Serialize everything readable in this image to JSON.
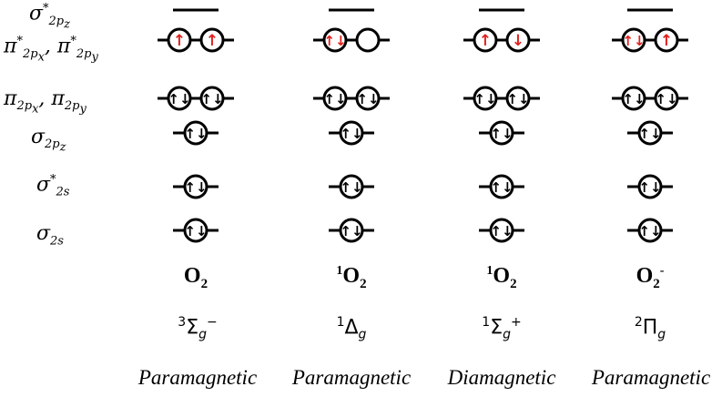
{
  "levels": [
    {
      "symbol": "σ",
      "sub": "2p",
      "subsub": "z",
      "sup": "*"
    },
    {
      "symbol": "π",
      "sub": "2p",
      "subsub": "x",
      "sup": "*",
      "symbol2": "π",
      "sub2": "2p",
      "subsub2": "y",
      "sup2": "*"
    },
    {
      "symbol": "π",
      "sub": "2p",
      "subsub": "x",
      "symbol2": "π",
      "sub2": "2p",
      "subsub2": "y"
    },
    {
      "symbol": "σ",
      "sub": "2p",
      "subsub": "z"
    },
    {
      "symbol": "σ",
      "sub": "2s",
      "sup": "*"
    },
    {
      "symbol": "σ",
      "sub": "2s"
    }
  ],
  "columns": [
    {
      "species": {
        "base": "O",
        "sub": "2",
        "pre": "",
        "post": ""
      },
      "term": {
        "mult": "3",
        "letter": "Σ",
        "sub": "g",
        "sup": "−"
      },
      "magnetism": "Paramagnetic",
      "pi_star": [
        "↑",
        "↑"
      ]
    },
    {
      "species": {
        "base": "O",
        "sub": "2",
        "pre": "1",
        "post": ""
      },
      "term": {
        "mult": "1",
        "letter": "Δ",
        "sub": "g",
        "sup": ""
      },
      "magnetism": "Paramagnetic",
      "pi_star": [
        "↑↓",
        ""
      ]
    },
    {
      "species": {
        "base": "O",
        "sub": "2",
        "pre": "1",
        "post": ""
      },
      "term": {
        "mult": "1",
        "letter": "Σ",
        "sub": "g",
        "sup": "+"
      },
      "magnetism": "Diamagnetic",
      "pi_star": [
        "↑",
        "↓"
      ]
    },
    {
      "species": {
        "base": "O",
        "sub": "2",
        "pre": "",
        "post": "-"
      },
      "term": {
        "mult": "2",
        "letter": "Π",
        "sub": "g",
        "sup": ""
      },
      "magnetism": "Paramagnetic",
      "pi_star": [
        "↑↓",
        "↑"
      ]
    }
  ],
  "filled_pair": "↑↓",
  "colors": {
    "unpaired": "#e0211d",
    "paired": "#000000",
    "line": "#000000"
  }
}
